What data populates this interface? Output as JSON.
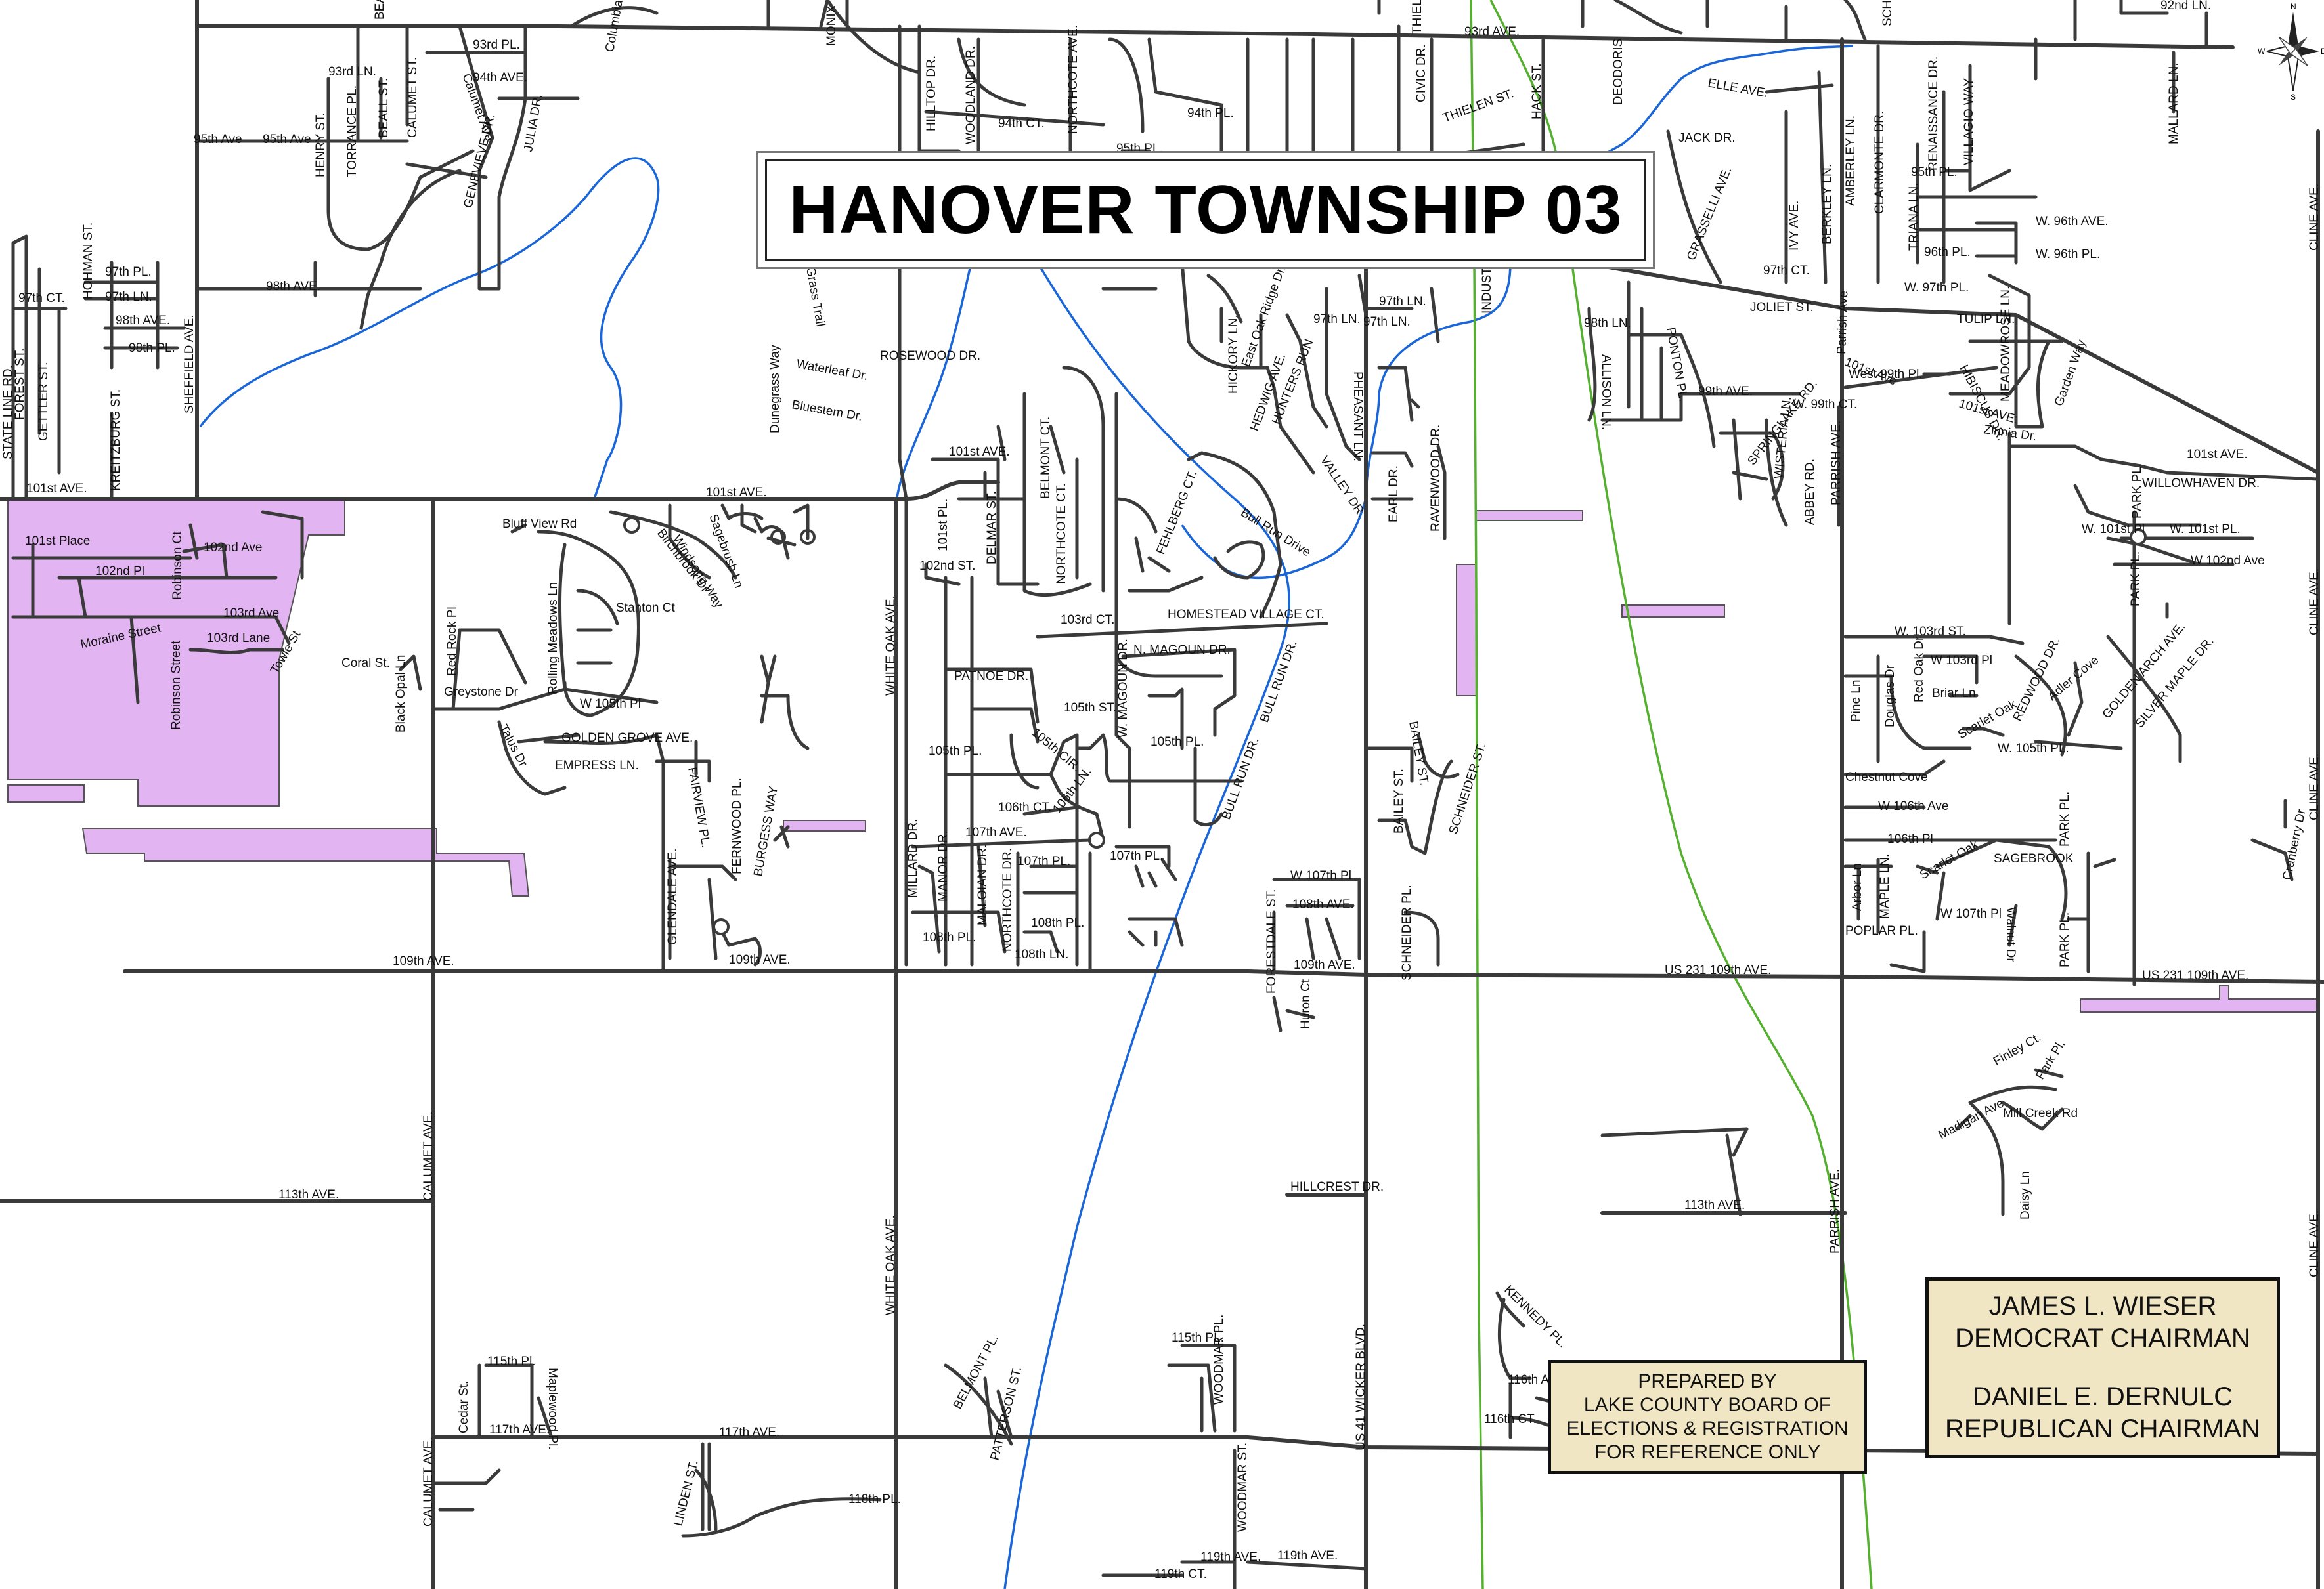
{
  "title": "HANOVER TOWNSHIP 03",
  "chairmen": {
    "line1": "JAMES L. WIESER",
    "line2": "DEMOCRAT CHAIRMAN",
    "line3": "DANIEL E. DERNULC",
    "line4": "REPUBLICAN CHAIRMAN"
  },
  "prepared": {
    "line1": "PREPARED BY",
    "line2": "LAKE COUNTY BOARD OF",
    "line3": "ELECTIONS & REGISTRATION",
    "line4": "FOR REFERENCE ONLY"
  },
  "compass": {
    "n": "N",
    "s": "S",
    "e": "E",
    "w": "W"
  },
  "colors": {
    "district": "#e2b4f2",
    "water": "#1a66d9",
    "rail": "#55b030",
    "road": "#3a3a3a"
  },
  "labels": {
    "r93rd_ave": "93rd AVE.",
    "r93rd_pl": "93rd PL.",
    "r93rd_ln": "93rd LN.",
    "r94th_ave": "94th AVE.",
    "r94th_ct": "94th CT.",
    "r94th_pl": "94th PL.",
    "r95th_ave_a": "95th Ave",
    "r95th_ave_b": "95th Ave",
    "r95th_pl": "95th PL.",
    "r96th_pl": "96th PL.",
    "w96th_ave": "W. 96th AVE.",
    "w96th_pl": "W. 96th PL.",
    "r97th_pl": "97th PL.",
    "r97th_ln": "97th LN.",
    "r97th_ct": "97th CT.",
    "r97th_ct_e": "97th CT.",
    "r97th_ln_c": "97th LN.",
    "r97th_ln_d": "97th LN.",
    "r97th_ln_e": "97th LN.",
    "w97th_pl": "W. 97th PL.",
    "r98th_ave": "98th AVE.",
    "r98th_ave_b": "98th AVE.",
    "r98th_pl": "98th PL.",
    "r98th_ln": "98th LN.",
    "r99th_ave": "99th AVE.",
    "w99th_ct": "W. 99th CT.",
    "w99th_pl": "West 99th Pl.",
    "r101st_ave_w": "101st AVE.",
    "r101st_ave_c": "101st AVE.",
    "r101st_ave_m": "101st AVE.",
    "r101st_ave_e": "101st AVE.",
    "r101st_ave_ne": "101st Ave",
    "r101st_ave_ne2": "101st AVE.",
    "r101st_place": "101st Place",
    "r101st_pl": "101st PL.",
    "w101st_pl": "W. 101st PL.",
    "w101st_pl2": "W. 101st Pl",
    "r102nd_ave": "102nd Ave",
    "r102nd_pl": "102nd Pl",
    "r102nd_st": "102nd ST.",
    "w102nd_ave": "W 102nd Ave",
    "r103rd_ave": "103rd Ave",
    "r103rd_lane": "103rd Lane",
    "r103rd_ct": "103rd CT.",
    "w103rd_st": "W. 103rd ST.",
    "w103rd_pl": "W 103rd Pl",
    "w105th_pl": "W 105th Pl",
    "r105th_st": "105th ST.",
    "r105th_pl": "105th PL.",
    "r105th_pl_b": "105th PL.",
    "r105th_cir": "105th CIR.",
    "w105th_pl_e": "W. 105th PL.",
    "r106th_ct": "106th CT.",
    "r106th_ln": "106th LN.",
    "w106th_ave": "W 106th Ave",
    "r106th_pl": "106th Pl",
    "r107th_ave": "107th AVE.",
    "r107th_pl": "107th PL.",
    "r107th_pl_b": "107th PL.",
    "w107th_pl": "W 107th Pl",
    "w107th_pl_e": "W 107th Pl",
    "r108th_ave": "108th AVE.",
    "r108th_pl": "108th PL.",
    "r108th_pl_b": "108th PL.",
    "r108th_ln": "108th LN.",
    "r109th_ave_w": "109th AVE.",
    "r109th_ave_m": "109th AVE.",
    "r109th_ave_c": "109th AVE.",
    "us231_a": "US 231 109th AVE.",
    "us231_b": "US 231 109th AVE.",
    "r113th_ave": "113th AVE.",
    "r113th_ave_e": "113th AVE.",
    "r115th_pl": "115th Pl.",
    "r115th_pl_b": "115th PL.",
    "r116th_ct": "116th CT.",
    "r116th_a": "116th A",
    "r117th_ave": "117th AVE.",
    "r117th_ave_b": "117th AVE.",
    "r118th_pl": "118th PL.",
    "r119th_ave": "119th AVE.",
    "r119th_ave_b": "119th AVE.",
    "r119th_ct": "119th CT.",
    "hillcrest": "HILLCREST DR.",
    "homestead": "HOMESTEAD VILLAGE CT.",
    "n_magoun": "N. MAGOUN DR.",
    "w_magoun": "W. MAGOUN DR.",
    "patnoe": "PATNOE DR.",
    "golden_grove": "GOLDEN GROVE AVE.",
    "empress": "EMPRESS LN.",
    "greystone": "Greystone Dr",
    "coral": "Coral St.",
    "bluff_view": "Bluff View Rd",
    "stanton": "Stanton Ct",
    "rosewood": "ROSEWOOD DR.",
    "waterleaf": "Waterleaf Dr.",
    "bluestem": "Bluestem Dr.",
    "dunegrass": "Dunegrass Way",
    "grass_trail": "Grass Trail",
    "jack": "JACK DR.",
    "elle": "ELLE AVE.",
    "joliet": "JOLIET ST.",
    "tulip": "TULIP LN.",
    "zinnia": "Zinnia Dr.",
    "willowhaven": "WILLOWHAVEN DR.",
    "briar": "Briar Ln",
    "chestnut": "Chestnut Cove",
    "sagebrook": "SAGEBROOK",
    "poplar": "POPLAR PL.",
    "mill_creek": "Mill Creek Rd",
    "madigan": "Madigan Ave",
    "finley": "Finley Ct.",
    "park_pl": "Park Pl.",
    "thielen": "THIELEN ST.",
    "hack": "HACK ST.",
    "civic": "CIVIC DR.",
    "thiel": "THIEL",
    "schafer": "SCHAFER",
    "r92nd_ln": "92nd LN.",
    "mallard": "MALLARD LN.",
    "state_line": "STATE LINE RD.",
    "forest_st": "FOREST ST.",
    "gettler": "GETTLER ST.",
    "hohman": "HOHMAN ST.",
    "kreitzburg": "KREITZBURG ST.",
    "sheffield": "SHEFFIELD AVE.",
    "henry": "HENRY ST.",
    "torrance": "TORRANCE PL.",
    "beall": "BEALL ST.",
    "beall_top": "BEALL",
    "calumet_st": "CALUMET ST.",
    "calumet_ave_n": "Calumet Ave",
    "genevieve": "GENEVIEVE DR.",
    "julia": "JULIA DR.",
    "columbia": "Columbia",
    "monix": "MONIX",
    "moraine": "Moraine Street",
    "robinson_ct": "Robinson Ct",
    "robinson_st": "Robinson Street",
    "towle": "Towle St",
    "red_rock": "Red Rock Pl",
    "black_opal": "Black Opal Ln",
    "rolling_meadows": "Rolling Meadows Ln",
    "talus": "Talus Dr",
    "birchbrook": "Birchbrook Dr",
    "windsong": "Windsong Way",
    "sagebrush": "Sagebrush Ln",
    "glendale": "GLENDALE AVE.",
    "fairview": "FAIRVIEW PL.",
    "fernwood": "FERNWOOD PL.",
    "burgess": "BURGESS WAY",
    "calumet_ave_a": "CALUMET AVE.",
    "calumet_ave_b": "CALUMET AVE.",
    "white_oak_a": "WHITE OAK AVE.",
    "white_oak_b": "WHITE OAK AVE.",
    "hilltop": "HILLTOP DR.",
    "woodland": "WOODLAND DR.",
    "northcote": "NORTHCOTE AVE.",
    "belmont_ct": "BELMONT CT.",
    "northcote_ct": "NORTHCOTE CT.",
    "delmar": "DELMAR ST.",
    "r101st_pl_v": "101st PL.",
    "fehlberg": "FEHLBERG CT.",
    "bull_run": "BULL RUN DR.",
    "bull_run_b": "BULL RUN DR.",
    "bull_run_drive": "Bull Run Drive",
    "millard": "MILLARD DR.",
    "manor": "MANOR DR.",
    "maloian": "MALOIAN DR.",
    "northcote_dr": "NORTHCOTE DR.",
    "hickory": "HICKORY LN.",
    "east_oak": "East Oak Ridge Dr.",
    "hedwig": "HEDWIG AVE.",
    "hunters_run": "HUNTERS RUN",
    "pheasant": "PHEASANT LN.",
    "valley": "VALLEY DR.",
    "earl": "EARL DR.",
    "ravenwood": "RAVENWOOD DR.",
    "industrial": "INDUSTR",
    "bailey": "BAILEY ST.",
    "bailey_b": "BAILEY ST.",
    "schneider": "SCHNEIDER ST.",
    "schneider_pl": "SCHNEIDER PL.",
    "forestdale": "FORESTDALE ST.",
    "huron": "Huron Ct",
    "us41": "US 41 WICKER BLVD.",
    "kennedy": "KENNEDY PL.",
    "woodmar_pl": "WOODMAR PL.",
    "woodmar_st": "WOODMAR ST.",
    "belmont_pl": "BELMONT PL.",
    "patterson": "PATTERSON ST.",
    "linden": "LINDEN ST.",
    "cedar": "Cedar St.",
    "maplewood": "Maplewood Pl.",
    "allison": "ALLISON LN.",
    "ponton": "PONTON PL.",
    "springlake": "SPRINGLAKE RD.",
    "wisteria": "WISTERIA LN.",
    "abbey": "ABBEY RD.",
    "parrish": "PARRISH AVE.",
    "parrish_b": "PARRISH AVE.",
    "parrish_c": "Parrish Ave",
    "grasselli": "GRASSELLI AVE.",
    "ivy": "IVY AVE.",
    "berkley": "BERKLEY LN.",
    "amberley": "AMBERLEY LN.",
    "clarmonte": "CLARMONTE DR.",
    "renaissance": "RENAISSANCE DR.",
    "villagio": "VILLAGIO WAY",
    "triana": "TRIANA LN.",
    "hibiscus": "HIBISCUS DR.",
    "meadowrose": "MEADOWROSE LN.",
    "garden_way": "Garden Way",
    "d_odorisio": "DEODORIS",
    "cline_a": "CLINE AVE.",
    "cline_b": "CLINE AVE.",
    "cline_c": "CLINE AVE.",
    "cline_d": "CLINE AVE.",
    "park_pl_n": "PARK PL.",
    "park_pl_s": "PARK PL.",
    "park_pl_m": "PARK PL.",
    "redwood": "REDWOOD DR.",
    "adler": "Adler Cove",
    "golden_arch": "GOLDEN ARCH AVE.",
    "silver_maple": "SILVER MAPLE DR.",
    "pine": "Pine Ln",
    "douglas": "Douglas Dr",
    "red_oak": "Red Oak Dr",
    "scarlet_oak": "Scarlet Oak",
    "arbor": "Arbor Ln",
    "maple": "MAPLE LN.",
    "walnut": "Walnut Dr",
    "daisy": "Daisy Ln",
    "cranberry": "Cranberry Dr"
  }
}
